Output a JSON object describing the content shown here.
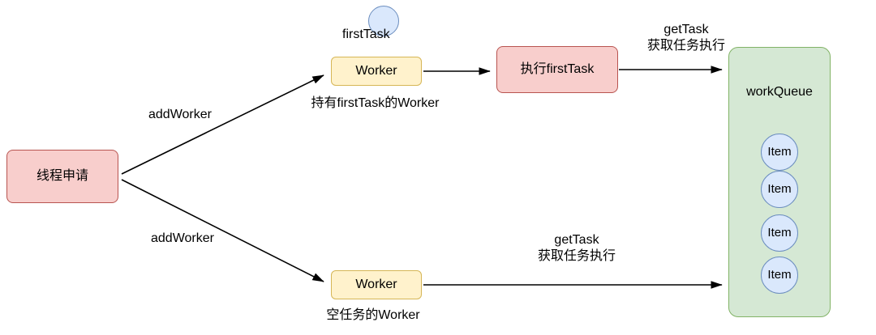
{
  "nodes": {
    "thread_request": "线程申请",
    "worker_top": "Worker",
    "worker_top_caption": "持有firstTask的Worker",
    "first_task": "firstTask",
    "exec_first_task": "执行firstTask",
    "worker_bottom": "Worker",
    "worker_bottom_caption": "空任务的Worker",
    "work_queue": "workQueue",
    "queue_items": [
      "Item",
      "Item",
      "Item",
      "Item"
    ]
  },
  "edges": {
    "add_worker_top": "addWorker",
    "add_worker_bottom": "addWorker",
    "get_task_top": {
      "line1": "getTask",
      "line2": "获取任务执行"
    },
    "get_task_bottom": {
      "line1": "getTask",
      "line2": "获取任务执行"
    }
  },
  "colors": {
    "pink_fill": "#f8cecc",
    "pink_border": "#b85450",
    "yellow_fill": "#fff2cc",
    "yellow_border": "#d6b656",
    "green_fill": "#d5e8d4",
    "green_border": "#82b366",
    "blue_fill": "#dae8fc",
    "blue_border": "#6c8ebf",
    "arrow": "#000000"
  }
}
